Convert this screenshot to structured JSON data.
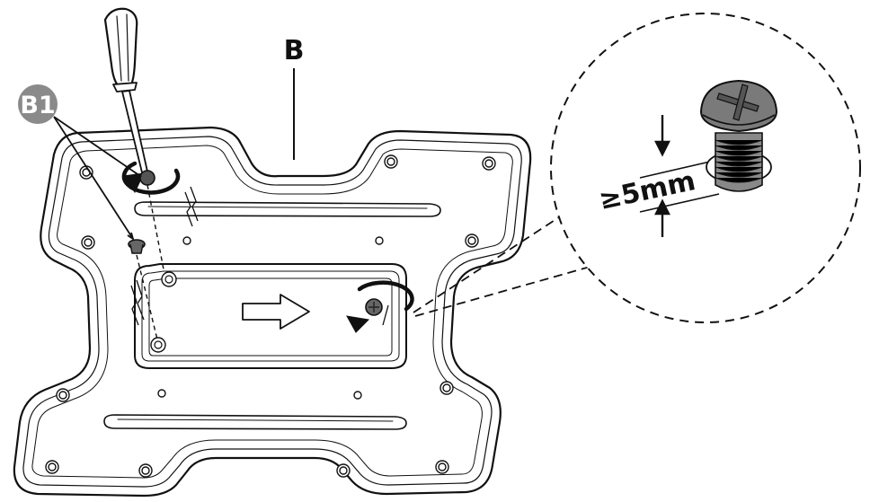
{
  "labels": {
    "part": "B",
    "screw": "B1",
    "depth": "≥5mm"
  },
  "colors": {
    "line": "#111111",
    "badge": "#8a8a8a",
    "screw_head": "#7a7a7a",
    "background": "#ffffff"
  },
  "icons": [
    "screwdriver-icon",
    "rotate-arrow-icon",
    "slide-arrow-icon",
    "screw-icon",
    "motion-lines-icon"
  ]
}
